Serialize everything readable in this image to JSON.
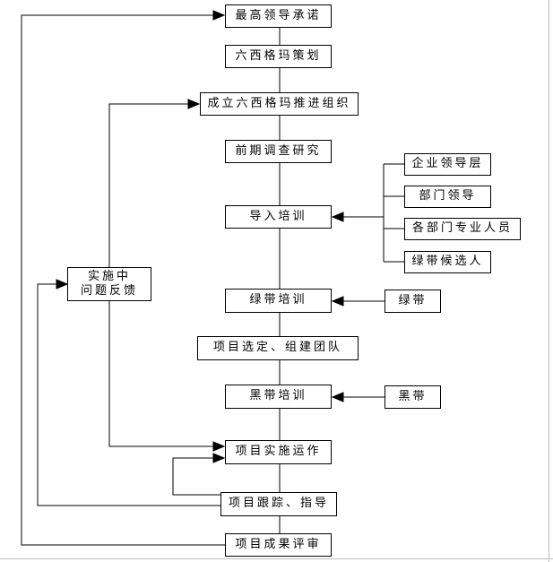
{
  "flowchart": {
    "main_steps": [
      "最高领导承诺",
      "六西格玛策划",
      "成立六西格玛推进组织",
      "前期调查研究",
      "导入培训",
      "绿带培训",
      "项目选定、组建团队",
      "黑带培训",
      "项目实施运作",
      "项目跟踪、指导",
      "项目成果评审"
    ],
    "training_inputs": [
      "企业领导层",
      "部门领导",
      "各部门专业人员",
      "绿带候选人"
    ],
    "green_belt_input": "绿带",
    "black_belt_input": "黑带",
    "feedback_node": "实施中\n问题反馈"
  }
}
